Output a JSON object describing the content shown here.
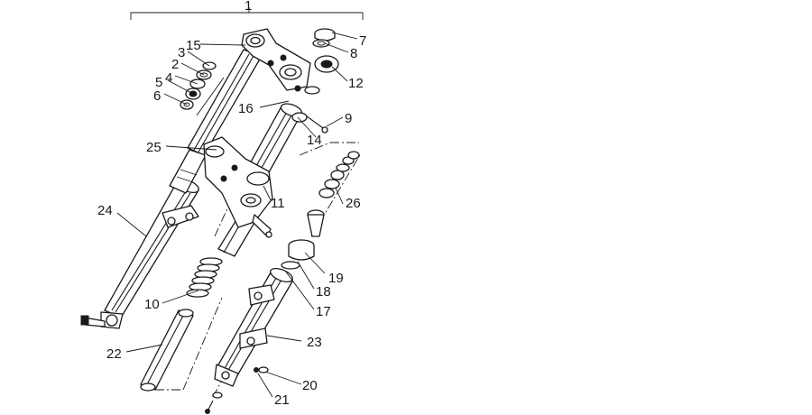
{
  "diagram": {
    "labels": [
      {
        "id": "1",
        "text": "1"
      },
      {
        "id": "2",
        "text": "2"
      },
      {
        "id": "3",
        "text": "3"
      },
      {
        "id": "4",
        "text": "4"
      },
      {
        "id": "5",
        "text": "5"
      },
      {
        "id": "6",
        "text": "6"
      },
      {
        "id": "7",
        "text": "7"
      },
      {
        "id": "8",
        "text": "8"
      },
      {
        "id": "9",
        "text": "9"
      },
      {
        "id": "10",
        "text": "10"
      },
      {
        "id": "11",
        "text": "11"
      },
      {
        "id": "12",
        "text": "12"
      },
      {
        "id": "14",
        "text": "14"
      },
      {
        "id": "15",
        "text": "15"
      },
      {
        "id": "16",
        "text": "16"
      },
      {
        "id": "17",
        "text": "17"
      },
      {
        "id": "18",
        "text": "18"
      },
      {
        "id": "19",
        "text": "19"
      },
      {
        "id": "20",
        "text": "20"
      },
      {
        "id": "21",
        "text": "21"
      },
      {
        "id": "22",
        "text": "22"
      },
      {
        "id": "23",
        "text": "23"
      },
      {
        "id": "24",
        "text": "24"
      },
      {
        "id": "25",
        "text": "25"
      },
      {
        "id": "26",
        "text": "26"
      }
    ]
  }
}
